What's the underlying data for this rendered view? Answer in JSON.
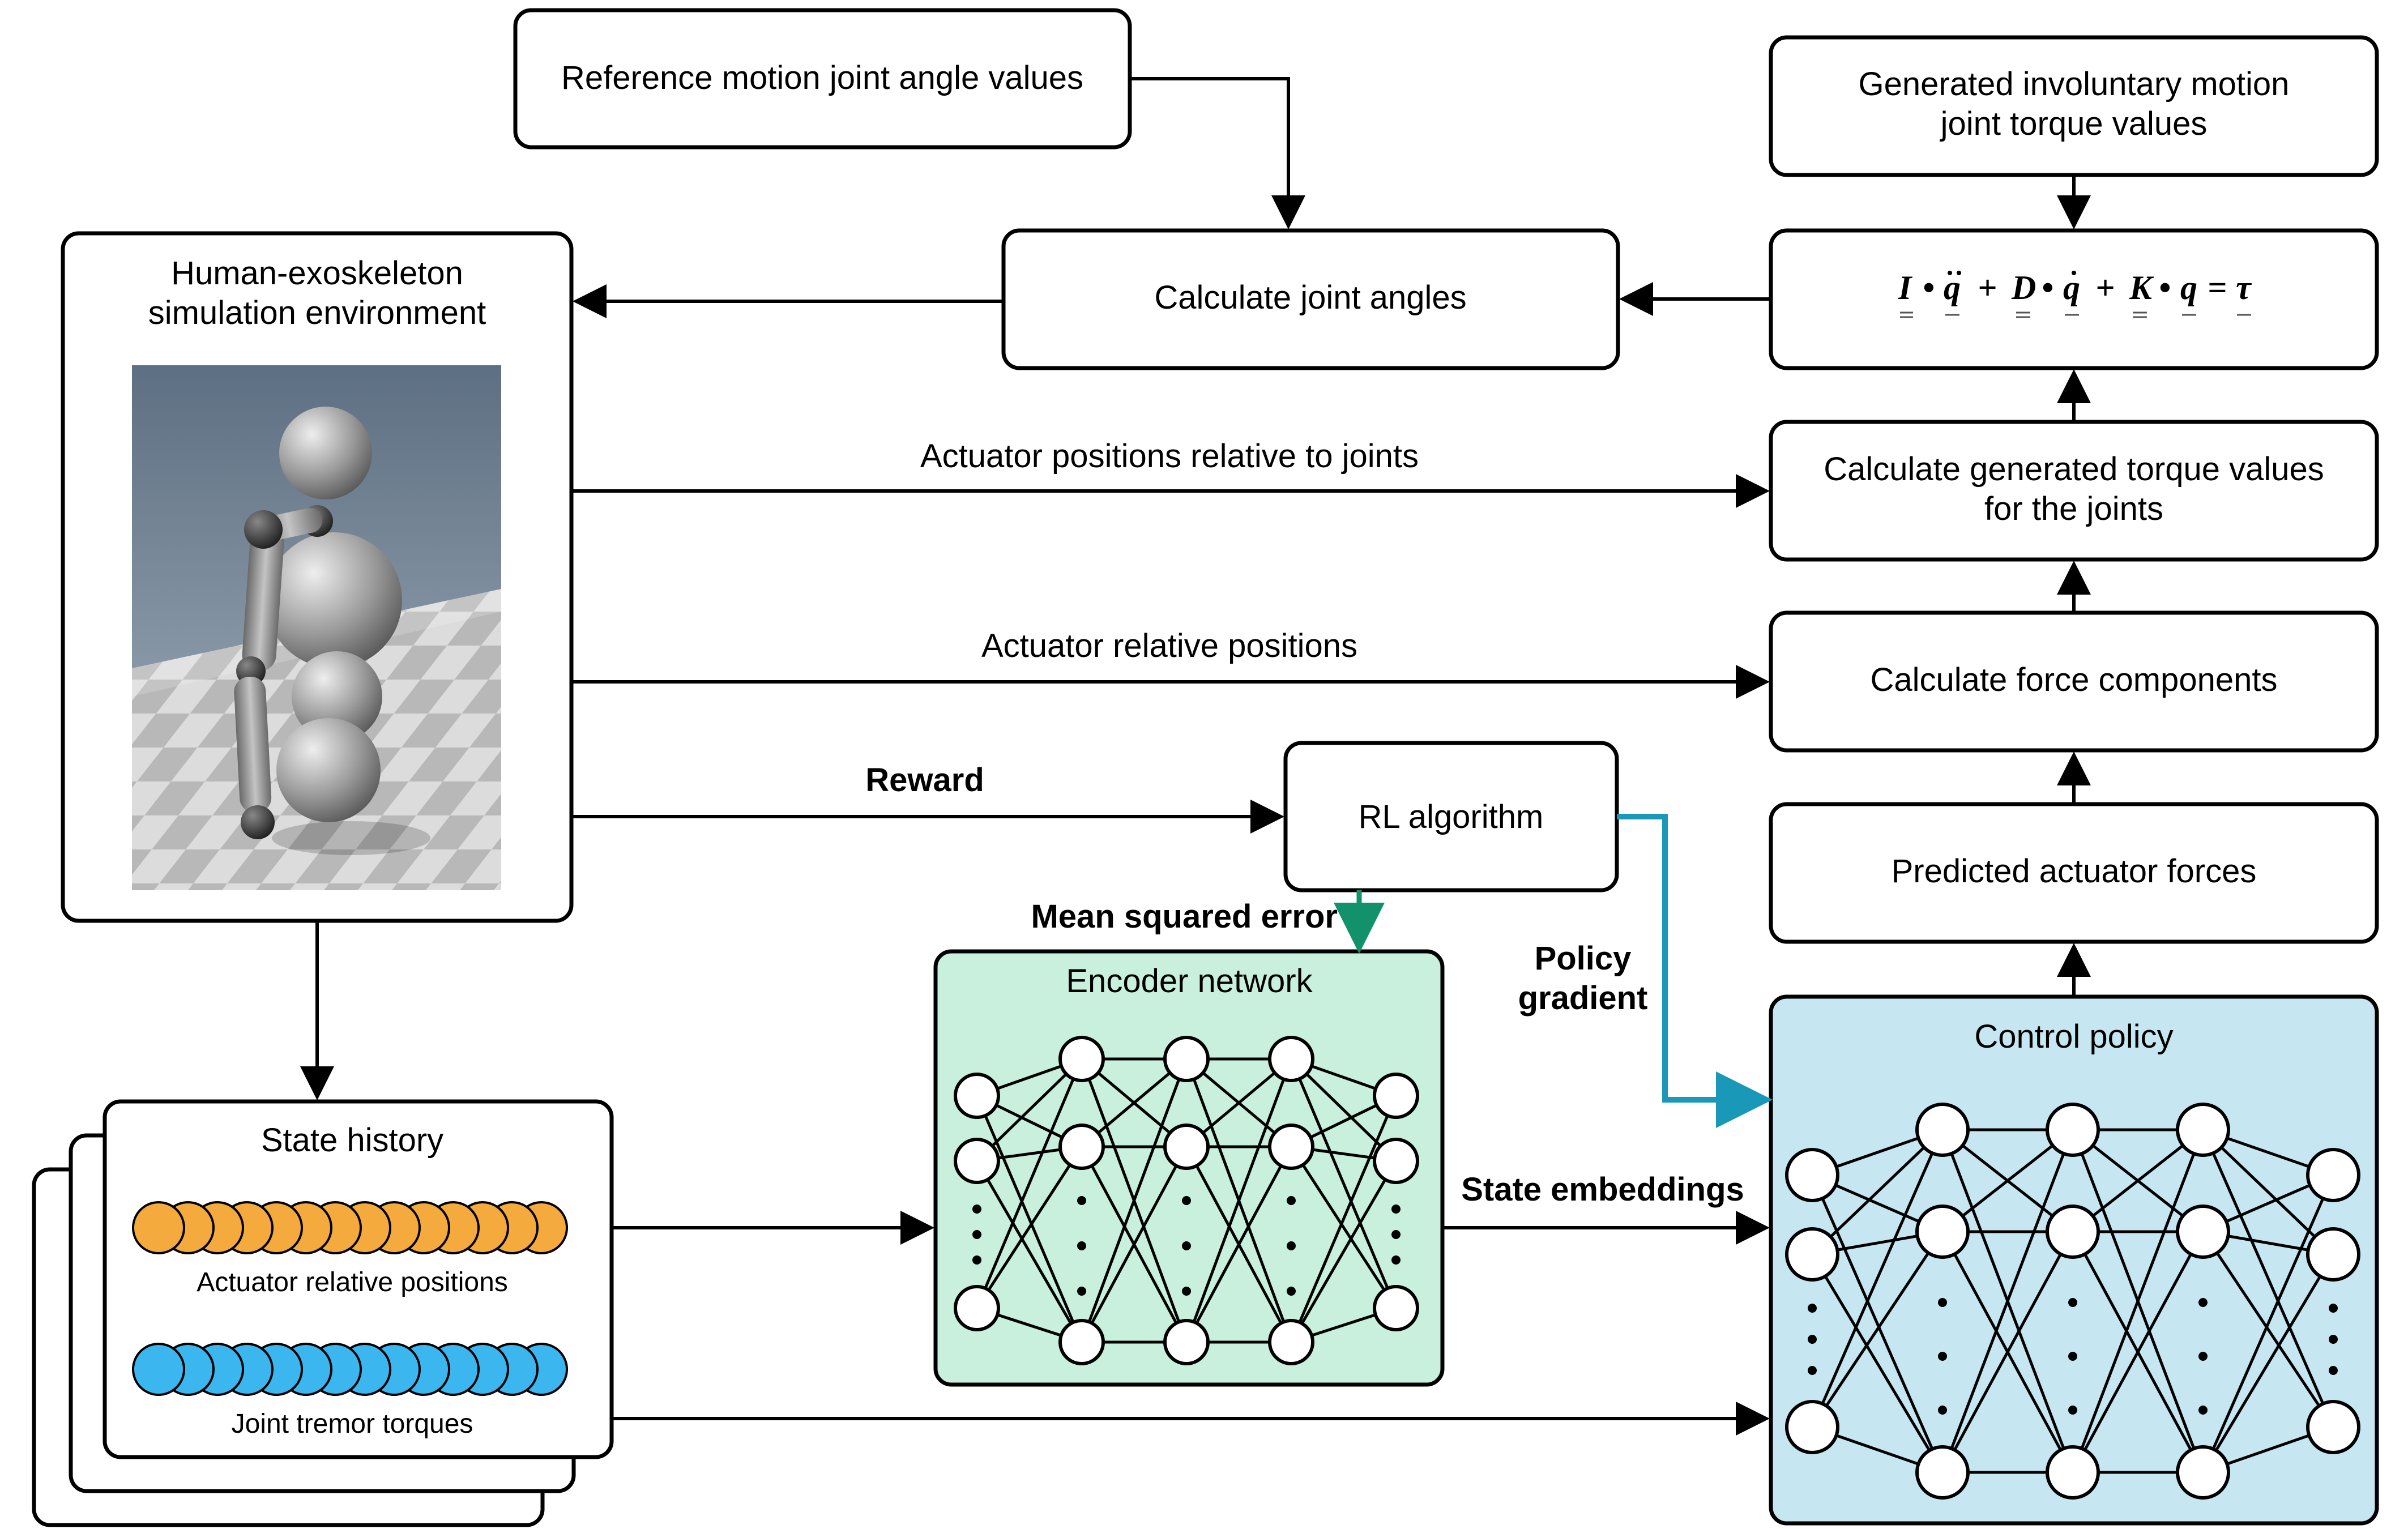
{
  "colors": {
    "encoder_fill": "#c8f0dc",
    "policy_fill": "#c6e7f1",
    "mse_green": "#12926a",
    "policy_gradient_blue": "#1998b7",
    "actuator_orange": "#f4aa3c",
    "torque_blue": "#3bb6ee"
  },
  "boxes": {
    "reference_motion": "Reference motion joint angle values",
    "generated_motion_line1": "Generated involuntary motion",
    "generated_motion_line2": "joint torque values",
    "calculate_joint_angles": "Calculate joint angles",
    "human_exo_line1": "Human-exoskeleton",
    "human_exo_line2": "simulation environment",
    "calc_torque_line1": "Calculate generated torque values",
    "calc_torque_line2": "for the joints",
    "calc_force": "Calculate force components",
    "predicted_forces": "Predicted actuator forces",
    "rl_algorithm": "RL algorithm",
    "state_history": "State history",
    "encoder_network": "Encoder network",
    "control_policy": "Control policy"
  },
  "state_history": {
    "actuator_label": "Actuator relative positions",
    "torque_label": "Joint tremor torques"
  },
  "arrow_labels": {
    "actuator_positions_to_joints": "Actuator positions relative to joints",
    "actuator_relative_positions": "Actuator relative positions",
    "reward": "Reward",
    "mse": "Mean squared error",
    "policy_gradient_line1": "Policy",
    "policy_gradient_line2": "gradient",
    "state_embeddings": "State embeddings"
  },
  "equation": {
    "I": "I",
    "D": "D",
    "K": "K",
    "q": "q",
    "tau": "τ",
    "dot": "•",
    "plus": "+",
    "equals": "="
  },
  "icons": {
    "simulation_render": "humanoid-exoskeleton-render"
  }
}
